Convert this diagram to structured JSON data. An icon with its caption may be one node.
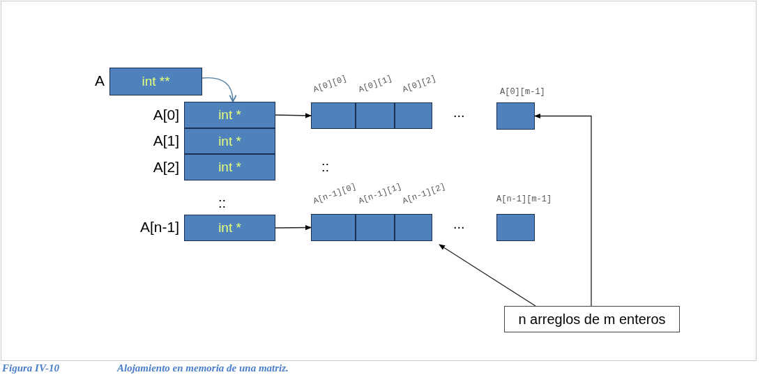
{
  "diagram": {
    "caption": "Alojamiento en memoria de una matriz.",
    "nodes": [
      {
        "text": [
          "int **"
        ],
        "beside": [
          "A"
        ]
      },
      {
        "text": [
          "int *"
        ],
        "beside": [
          "A[0]"
        ]
      },
      {
        "text": [
          "int *"
        ],
        "beside": [
          "A[1]"
        ]
      },
      {
        "text": [
          "int *"
        ],
        "beside": [
          "A[2]"
        ]
      },
      {
        "text": [
          "int *"
        ],
        "beside": [
          "A[n-1]"
        ]
      },
      {
        "text": [],
        "shape": "box",
        "beside": [
          "A[0][0]"
        ]
      },
      {
        "text": [],
        "shape": "box",
        "beside": [
          "A[0][1]"
        ]
      },
      {
        "text": [],
        "shape": "box",
        "beside": [
          "A[0][2]"
        ]
      },
      {
        "text": [],
        "shape": "box",
        "beside": [
          "A[0][m-1]"
        ]
      },
      {
        "text": [],
        "shape": "box",
        "beside": [
          "A[n-1][0]"
        ]
      },
      {
        "text": [],
        "shape": "box",
        "beside": [
          "A[n-1][1]"
        ]
      },
      {
        "text": [],
        "shape": "box",
        "beside": [
          "A[n-1][2]"
        ]
      },
      {
        "text": [],
        "shape": "box",
        "beside": [
          "A[n-1][m-1]"
        ]
      },
      {
        "text": [
          "n arreglos de m enteros"
        ]
      }
    ],
    "edges": [
      {
        "from": 0,
        "to": 1,
        "arrow": "to",
        "color": "#4f7fa6"
      },
      {
        "from": 1,
        "to": 5,
        "arrow": "to"
      },
      {
        "from": 4,
        "to": 9,
        "arrow": "to"
      },
      {
        "from": 13,
        "to": 8,
        "arrow": "to"
      },
      {
        "from": 13,
        "to": 11,
        "arrow": "to"
      }
    ],
    "labels": [
      "::",
      "::",
      "...",
      "...",
      "Figura IV-10"
    ]
  }
}
